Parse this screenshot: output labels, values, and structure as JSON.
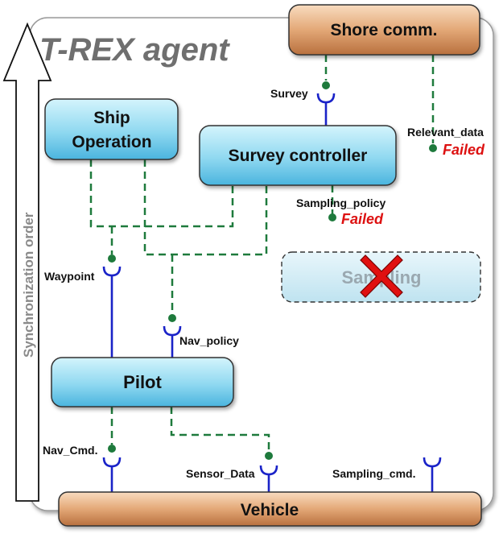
{
  "agent_title": "T-REX agent",
  "sync_label": "Synchronization order",
  "boxes": {
    "shore": "Shore comm.",
    "ship_line1": "Ship",
    "ship_line2": "Operation",
    "survey": "Survey controller",
    "sampling": "Sampling",
    "pilot": "Pilot",
    "vehicle": "Vehicle"
  },
  "timelines": {
    "survey": "Survey",
    "relevant_data": "Relevant_data",
    "sampling_policy": "Sampling_policy",
    "waypoint": "Waypoint",
    "nav_policy": "Nav_policy",
    "nav_cmd": "Nav_Cmd.",
    "sensor_data": "Sensor_Data",
    "sampling_cmd": "Sampling_cmd."
  },
  "status": {
    "relevant_data": "Failed",
    "sampling_policy": "Failed"
  },
  "colors": {
    "reactor_blue_top": "#c8f0fa",
    "reactor_blue_bottom": "#5cc2e6",
    "shore_top": "#f6d3b2",
    "shore_bottom": "#c7804a",
    "link_dashed": "#1e7a3c",
    "link_solid": "#1a23c8",
    "failed": "#dd1111",
    "cross": "#e01010"
  }
}
